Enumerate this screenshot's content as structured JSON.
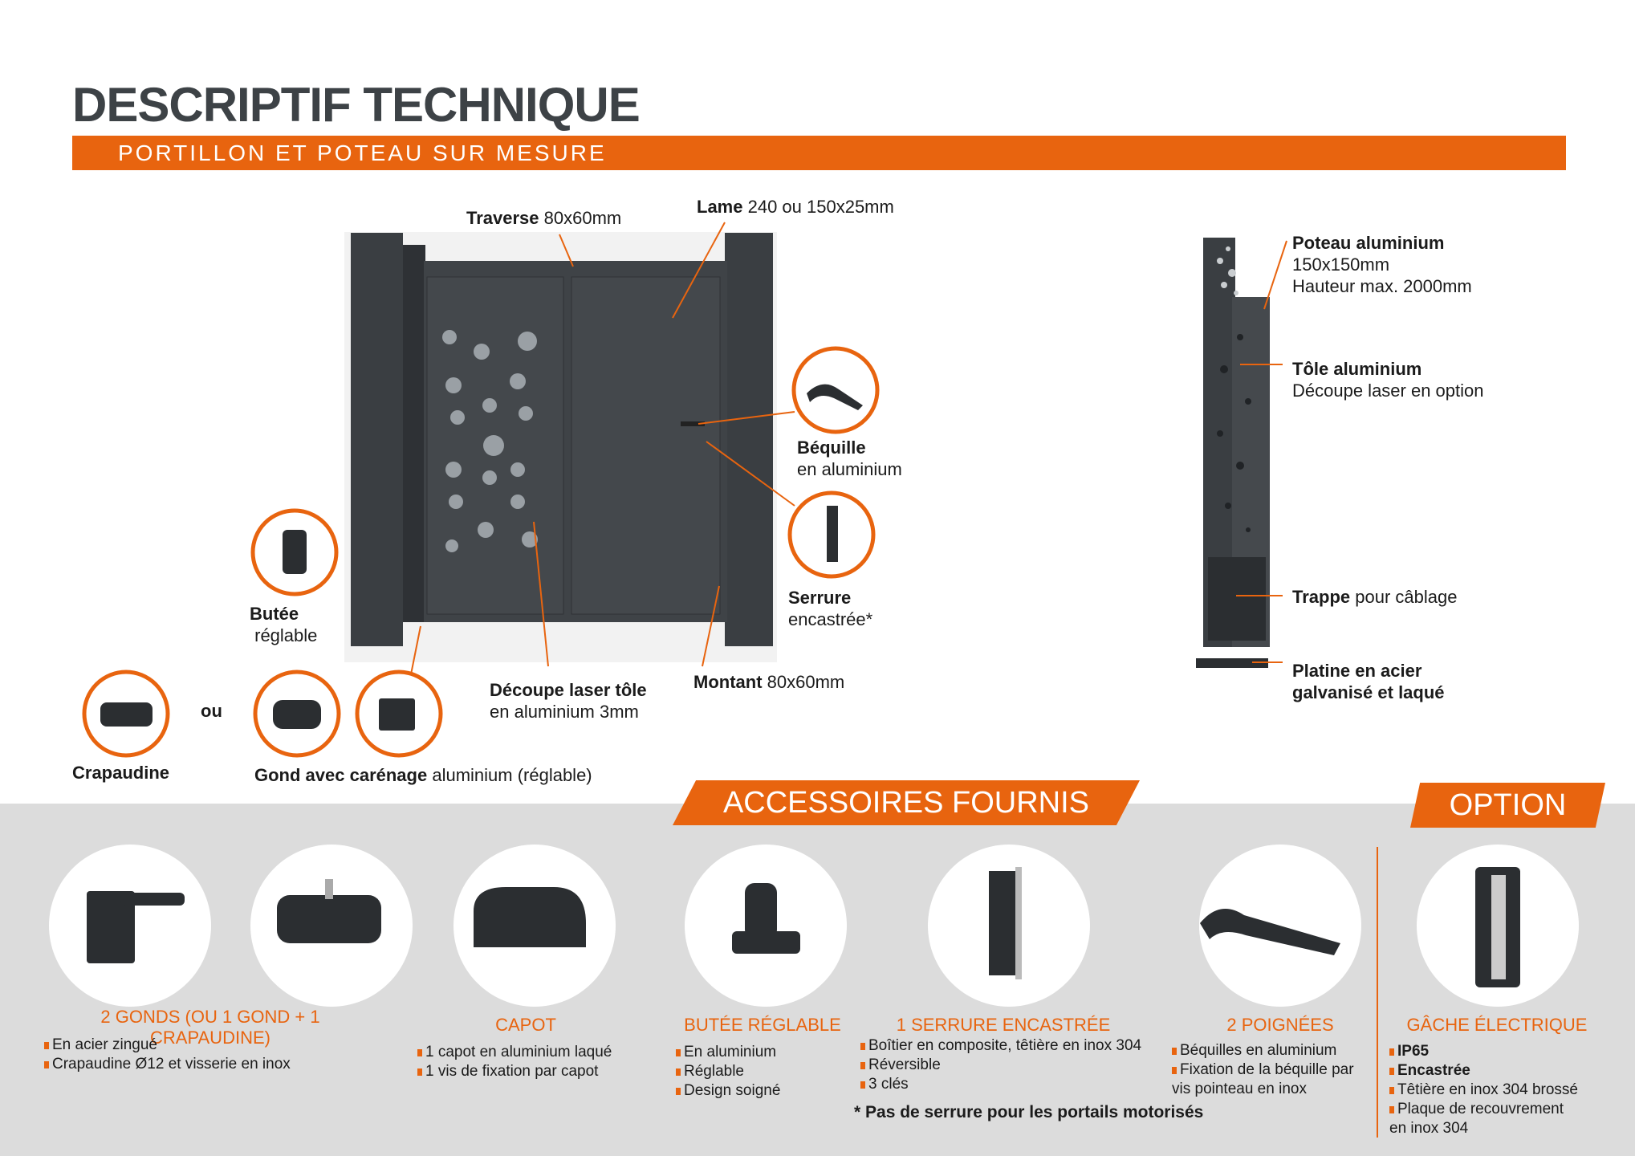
{
  "header": {
    "title": "DESCRIPTIF TECHNIQUE",
    "subtitle": "PORTILLON ET POTEAU SUR MESURE"
  },
  "gate_labels": {
    "traverse": {
      "bold": "Traverse",
      "text": " 80x60mm"
    },
    "lame": {
      "bold": "Lame",
      "text": " 240 ou 150x25mm"
    },
    "bequille": {
      "bold": "Béquille",
      "text": "en aluminium"
    },
    "serrure": {
      "bold": "Serrure",
      "text": "encastrée*"
    },
    "butee": {
      "bold": "Butée",
      "text": "réglable"
    },
    "decoupe": {
      "bold": "Découpe laser tôle",
      "text": "en aluminium 3mm"
    },
    "montant": {
      "bold": "Montant",
      "text": " 80x60mm"
    },
    "crapaudine": "Crapaudine",
    "ou": "ou",
    "gond": {
      "bold": "Gond avec carénage",
      "text": " aluminium (réglable)"
    }
  },
  "post_labels": {
    "poteau": {
      "bold": "Poteau aluminium",
      "line2": "150x150mm",
      "line3": "Hauteur max. 2000mm"
    },
    "tole": {
      "bold": "Tôle aluminium",
      "text": "Découpe laser en option"
    },
    "trappe": {
      "bold": "Trappe",
      "text": " pour câblage"
    },
    "platine": {
      "line1": "Platine en acier",
      "line2": "galvanisé et laqué"
    }
  },
  "accessories": {
    "ribbon": "ACCESSOIRES FOURNIS",
    "option_ribbon": "OPTION",
    "items": [
      {
        "title": "2 GONDS (OU 1 GOND + 1 CRAPAUDINE)",
        "bullets": [
          "En acier zingué",
          "Crapaudine Ø12 et visserie en inox"
        ]
      },
      {
        "title": "CAPOT",
        "bullets": [
          "1 capot en aluminium laqué",
          "1 vis de fixation par capot"
        ]
      },
      {
        "title": "BUTÉE RÉGLABLE",
        "bullets": [
          "En aluminium",
          "Réglable",
          "Design soigné"
        ]
      },
      {
        "title": "1 SERRURE ENCASTRÉE",
        "bullets": [
          "Boîtier en composite, têtière en inox 304",
          "Réversible",
          "3 clés"
        ],
        "note": "* Pas de serrure pour les portails motorisés"
      },
      {
        "title": "2 POIGNÉES",
        "bullets": [
          "Béquilles en aluminium",
          "Fixation de la béquille par"
        ],
        "cont": "vis pointeau en inox"
      },
      {
        "title": "GÂCHE ÉLECTRIQUE",
        "bullets": [
          "IP65",
          "Encastrée",
          "Têtière en inox 304 brossé",
          "Plaque de recouvrement"
        ],
        "cont": "en inox 304"
      }
    ]
  },
  "colors": {
    "accent": "#e8640f",
    "dark": "#3d4246",
    "panel": "#dcdcdc"
  }
}
